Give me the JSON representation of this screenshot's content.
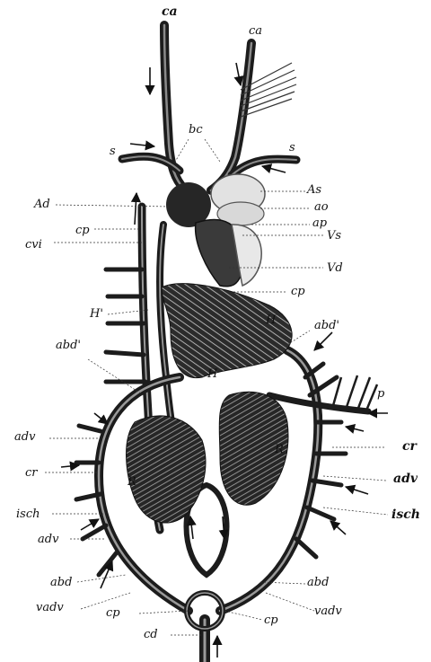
{
  "labels": {
    "ca_left": "ca",
    "ca_right": "ca",
    "bc": "bc",
    "s_left": "s",
    "s_right": "s",
    "Ad": "Ad",
    "As": "As",
    "ao": "ao",
    "ap": "ap",
    "cp_upper_left": "cp",
    "Vs": "Vs",
    "cvi": "cvi",
    "Vd": "Vd",
    "cp_mid_right": "cp",
    "H_prime": "H'",
    "H_right": "H",
    "abd_prime_right": "abd'",
    "abd_prime_left": "abd'",
    "H_lower": "H",
    "p": "p",
    "adv_left_top": "adv",
    "cr_right": "cr",
    "R_right": "R",
    "cr_left": "cr",
    "adv_right": "adv",
    "R_left": "R",
    "isch_left": "isch",
    "isch_right": "isch",
    "adv_left_low": "adv",
    "abd_left": "abd",
    "abd_right": "abd",
    "vadv_left": "vadv",
    "cp_bottom_left": "cp",
    "cp_bottom_right": "cp",
    "vadv_right": "vadv",
    "cd": "cd"
  }
}
